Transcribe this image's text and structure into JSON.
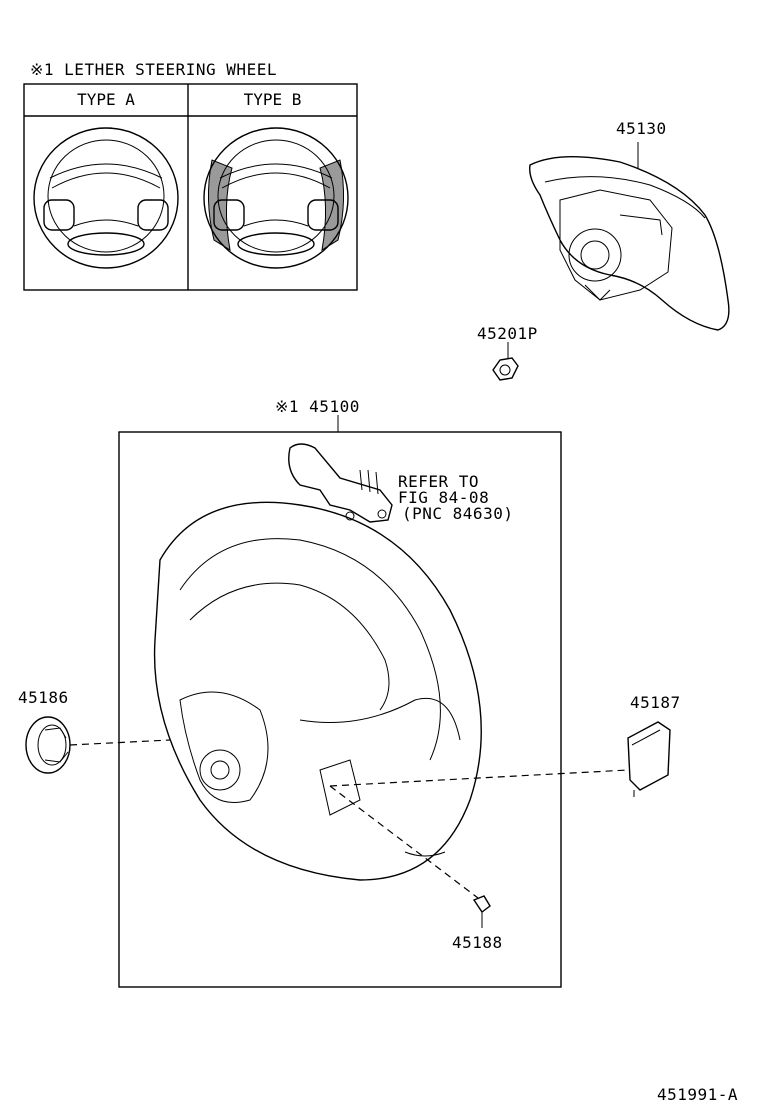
{
  "title": "※1 LETHER STEERING WHEEL",
  "table": {
    "type_a": "TYPE A",
    "type_b": "TYPE B"
  },
  "parts": {
    "airbag": "45130",
    "nut": "45201P",
    "wheel": "※1 45100",
    "cover_left": "45186",
    "cover_right": "45187",
    "screw": "45188"
  },
  "refer": {
    "line1": "REFER TO",
    "line2": "FIG 84-08",
    "line3": "(PNC 84630)"
  },
  "diagram_id": "451991-A"
}
